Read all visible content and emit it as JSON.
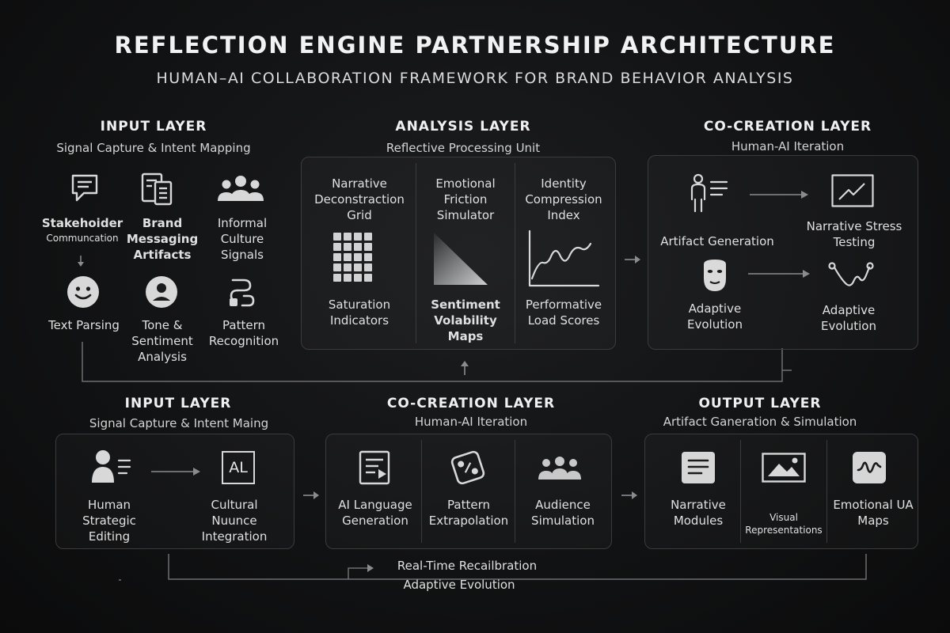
{
  "header": {
    "title": "REFLECTION ENGINE  PARTNERSHIP ARCHITECTURE",
    "subtitle": "HUMAN–AI COLLABORATION FRAMEWORK FOR BRAND BEHAVIOR ANALYSIS"
  },
  "top": {
    "input": {
      "title": "INPUT LAYER",
      "subtitle": "Signal Capture & Intent Mapping",
      "items": {
        "stakeholder_label": "Stakehoider",
        "stakeholder_sub": "Communcation",
        "brand_messaging": "Brand Messaging Artifacts",
        "informal_culture": "Informal Culture Signals",
        "text_parsing": "Text Parsing",
        "tone_sentiment": "Tone & Sentiment Analysis",
        "pattern_recognition": "Pattern Recognition"
      }
    },
    "analysis": {
      "title": "ANALYSIS LAYER",
      "subtitle": "Reflective Processing Unit",
      "cols": {
        "c1_top": "Narrative Deconstraction Grid",
        "c1_bottom": "Saturation Indicators",
        "c2_top": "Emotional Friction Simulator",
        "c2_bottom": "Sentiment Volability Maps",
        "c3_top": "Identity Compression Index",
        "c3_bottom": "Performative Load Scores"
      }
    },
    "cocreation": {
      "title": "CO-CREATION LAYER",
      "subtitle": "Human-AI Iteration",
      "items": {
        "artifact_generation": "Artifact Generation",
        "narrative_stress": "Narrative Stress Testing",
        "adaptive_left": "Adaptive Evolution",
        "adaptive_right": "Adaptive Evolution"
      }
    }
  },
  "bottom": {
    "input": {
      "title": "INPUT LAYER",
      "subtitle": "Signal Capture & Intent Maing",
      "items": {
        "human_strategic": "Human Strategic Editing",
        "al_glyph": "AL",
        "cultural_nuunce": "Cultural Nuunce Integration"
      }
    },
    "cocreation": {
      "title": "CO-CREATION LAYER",
      "subtitle": "Human-AI Iteration",
      "items": {
        "ai_language": "AI Language Generation",
        "pattern_extrapolation": "Pattern Extrapolation",
        "audience_simulation": "Audience Simulation"
      }
    },
    "output": {
      "title": "OUTPUT LAYER",
      "subtitle": "Artifact Ganeration & Simulation",
      "items": {
        "narrative_modules": "Narrative Modules",
        "visual_representations": "Visual Representations",
        "emotional_ua_maps": "Emotional UA Maps"
      }
    }
  },
  "footer": {
    "recalibration": "Real-Time Recailbration",
    "adaptive": "Adaptive Evolution"
  },
  "colors": {
    "background": "#111213",
    "panel_border": "#3a3b3e",
    "text": "#e6e6e6",
    "icon": "#d8d8d8",
    "connector": "#6e6f72"
  }
}
